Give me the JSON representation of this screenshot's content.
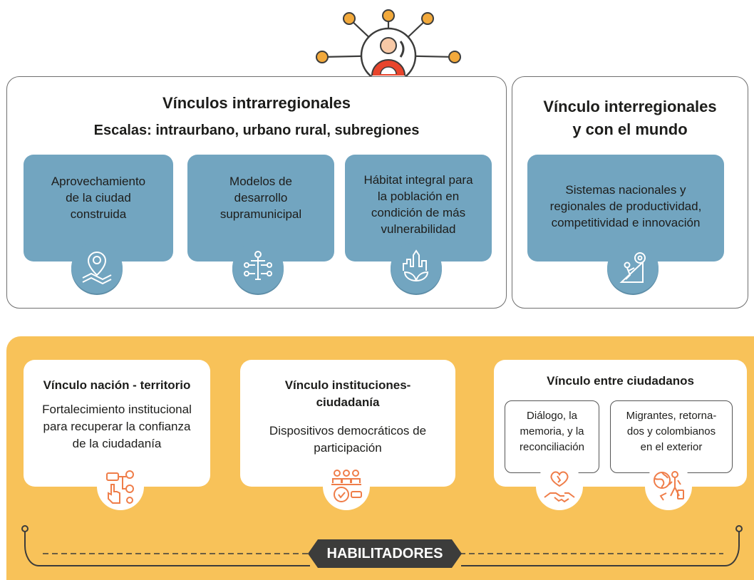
{
  "intraregional": {
    "title": "Vínculos intrarregionales",
    "subtitle": "Escalas: intraurbano, urbano rural, subregiones",
    "cards": [
      {
        "lines": [
          "Aprovechamiento",
          "de la ciudad",
          "construida"
        ],
        "icon": "map-pin-icon"
      },
      {
        "lines": [
          "Modelos de",
          "desarrollo",
          "supramunicipal"
        ],
        "icon": "network-person-icon"
      },
      {
        "lines": [
          "Hábitat integral para",
          "la población en",
          "condición de más",
          "vulnerabilidad"
        ],
        "icon": "city-leaves-icon"
      }
    ]
  },
  "interregional": {
    "title_lines": [
      "Vínculo interregionales",
      "y con el mundo"
    ],
    "card": {
      "lines": [
        "Sistemas nacionales y",
        "regionales de productividad,",
        "competitividad e innovación"
      ],
      "icon": "climber-gear-icon"
    }
  },
  "enablers": {
    "nacion_territorio": {
      "title": "Vínculo nación - territorio",
      "body_lines": [
        "Fortalecimiento institucional",
        "para recuperar la confianza",
        "de la ciudadanía"
      ],
      "icon": "hand-network-icon"
    },
    "instituciones_ciudadania": {
      "title_lines": [
        "Vínculo instituciones-",
        "ciudadanía"
      ],
      "body_lines": [
        "Dispositivos democráticos de",
        "participación"
      ],
      "icon": "group-vote-icon"
    },
    "entre_ciudadanos": {
      "title": "Vínculo entre ciudadanos",
      "sub_boxes": [
        {
          "lines": [
            "Diálogo, la",
            "memoria, y la",
            "reconciliación"
          ],
          "icon": "heart-handshake-icon"
        },
        {
          "lines": [
            "Migrantes, retorna-",
            "dos y colombianos",
            "en el exterior"
          ],
          "icon": "traveler-globe-icon"
        }
      ]
    },
    "label": "HABILITADORES"
  },
  "colors": {
    "blue": "#72a5c0",
    "yellow": "#f8c259",
    "orange": "#ef7d49",
    "dark": "#3c3c3b",
    "hub_orange": "#f2a93b"
  }
}
